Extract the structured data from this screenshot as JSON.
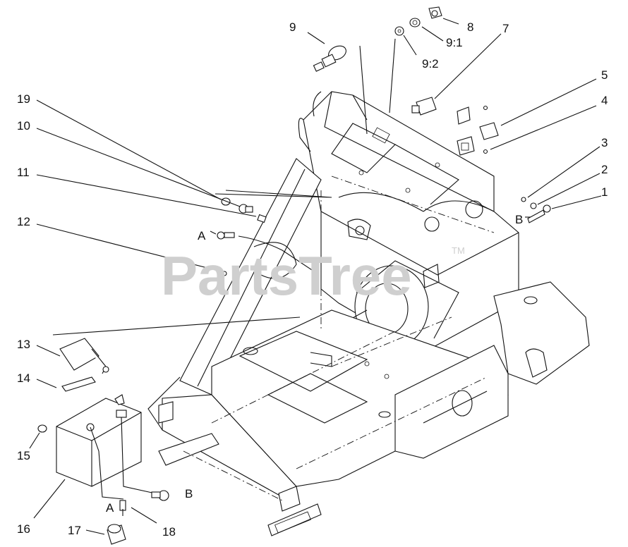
{
  "watermark": {
    "text": "PartsTree",
    "tm": "TM"
  },
  "callouts": {
    "c1": "1",
    "c2": "2",
    "c3": "3",
    "c4": "4",
    "c5": "5",
    "c7": "7",
    "c8": "8",
    "c9": "9",
    "c9_1": "9:1",
    "c9_2": "9:2",
    "c10": "10",
    "c11": "11",
    "c12": "12",
    "c13": "13",
    "c14": "14",
    "c15": "15",
    "c16": "16",
    "c17": "17",
    "c18": "18",
    "c19": "19",
    "a_upper": "A",
    "a_lower": "A",
    "b_upper": "B",
    "b_lower": "B"
  }
}
